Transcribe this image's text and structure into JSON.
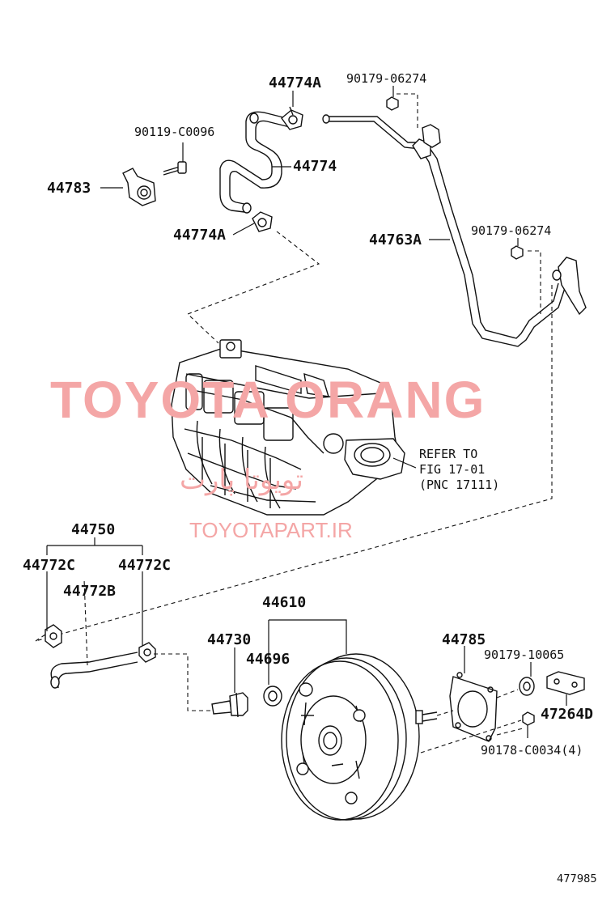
{
  "watermark": {
    "main": "TOYOTA ORANG",
    "sub": "TOYOTAPART.IR",
    "arabic": "تویوتا پارت",
    "color": "#f4a6a6"
  },
  "labels": {
    "p44774A_top": "44774A",
    "p90179_06274_top": "90179-06274",
    "p90119_C0096": "90119-C0096",
    "p44774": "44774",
    "p44783": "44783",
    "p44774A_bottom": "44774A",
    "p44763A": "44763A",
    "p90179_06274_right": "90179-06274",
    "refer_line1": "REFER TO",
    "refer_line2": "FIG 17-01",
    "refer_line3": "(PNC 17111)",
    "p44750": "44750",
    "p44772C_left": "44772C",
    "p44772C_right": "44772C",
    "p44772B": "44772B",
    "p44610": "44610",
    "p44730": "44730",
    "p44696": "44696",
    "p44785": "44785",
    "p90179_10065": "90179-10065",
    "p47264D": "47264D",
    "p90178_C0034": "90178-C0034(4)"
  },
  "diagram_id": "477985"
}
